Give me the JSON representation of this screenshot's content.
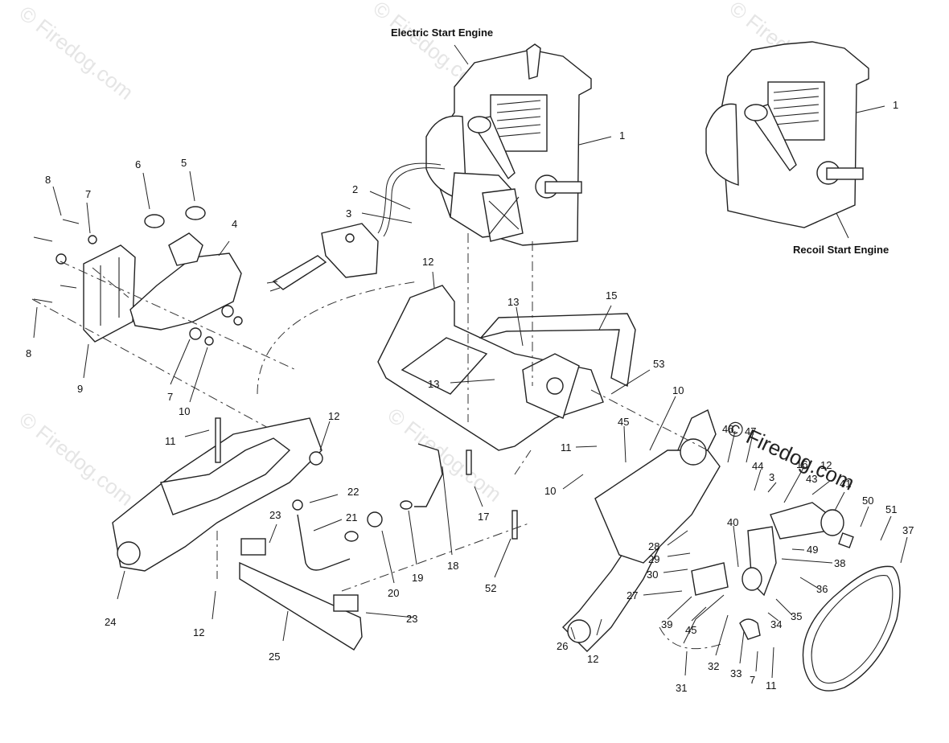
{
  "titles": {
    "electric": "Electric Start Engine",
    "recoil": "Recoil Start Engine"
  },
  "watermark": "© Firedog.com",
  "labels": [
    "1",
    "1",
    "2",
    "3",
    "4",
    "5",
    "6",
    "7",
    "7",
    "8",
    "8",
    "9",
    "10",
    "11",
    "12",
    "12",
    "13",
    "13",
    "15",
    "53",
    "10",
    "45",
    "11",
    "10",
    "17",
    "52",
    "22",
    "21",
    "23",
    "23",
    "20",
    "19",
    "18",
    "24",
    "12",
    "25",
    "46",
    "47",
    "44",
    "16",
    "3",
    "12",
    "43",
    "41",
    "50",
    "51",
    "37",
    "40",
    "49",
    "38",
    "28",
    "29",
    "30",
    "27",
    "36",
    "35",
    "34",
    "39",
    "45",
    "32",
    "33",
    "7",
    "11",
    "31",
    "26",
    "12"
  ],
  "colors": {
    "line": "#222222",
    "watermark": "#cfcfcf"
  }
}
